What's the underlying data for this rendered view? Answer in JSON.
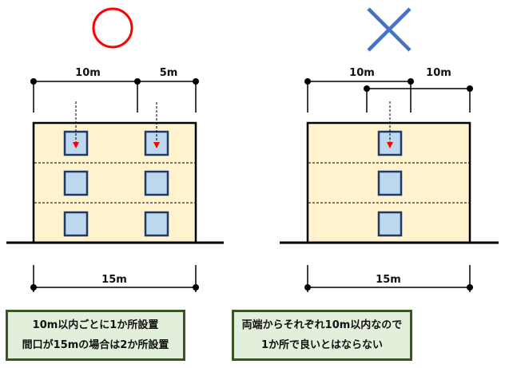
{
  "left_panel": {
    "symbol": "correct-circle",
    "dimensions_top": [
      "10m",
      "5m"
    ],
    "dimension_bottom": "15m",
    "note_lines": [
      "10m以内ごとに1か所設置",
      "間口が15mの場合は2か所設置"
    ]
  },
  "right_panel": {
    "symbol": "wrong-cross",
    "dimensions_top": [
      "10m",
      "10m"
    ],
    "dimension_bottom": "15m",
    "note_lines": [
      "両端からそれぞれ10m以内なので",
      "1か所で良いとはならない"
    ]
  },
  "colors": {
    "building_fill": "#fff2cc",
    "window_fill": "#bdd7ee",
    "window_border": "#1f3864",
    "circle": "#ff0000",
    "cross": "#4472c4",
    "note_fill": "#e2efda",
    "note_border": "#375623",
    "arrow": "#ff0000"
  }
}
